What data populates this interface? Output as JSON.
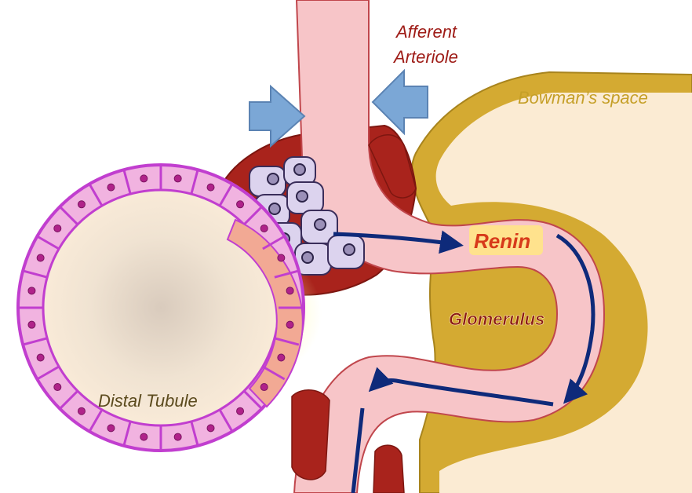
{
  "labels": {
    "afferent_arteriole": [
      "Afferent",
      "Arteriole"
    ],
    "bowmans_space": "Bowman’s space",
    "renin": "Renin",
    "glomerulus": "Glomerulus",
    "distal_tubule": "Distal Tubule"
  },
  "colors": {
    "vessel_fill": "#f7c5c8",
    "vessel_stroke": "#c0464c",
    "capsule_gold": "#d4aa32",
    "capsule_inner": "#fbebd3",
    "tubule_magenta": "#c13ecf",
    "tubule_cell": "#f1b3e0",
    "macula_densa_cell": "#f2a994",
    "jg_dark_red": "#a9231c",
    "granular_cell": "#dcd3ee",
    "pressure_arrow": "#7ba7d6",
    "flow_arrow": "#0e2a7a",
    "label_dark_red": "#9e1b16",
    "label_gold": "#c59f27",
    "renin_text": "#d73a1a",
    "renin_highlight": "#ffe48a",
    "glomerulus_text": "#8a1a14",
    "tubule_text": "#5b4a1d"
  }
}
